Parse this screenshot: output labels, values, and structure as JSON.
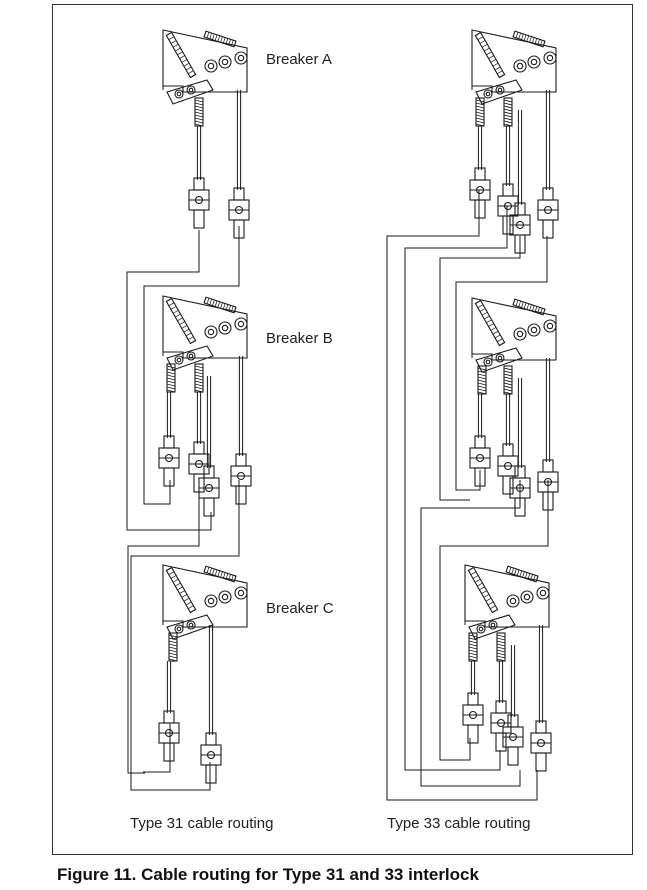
{
  "breaker_labels": {
    "a": "Breaker A",
    "b": "Breaker B",
    "c": "Breaker C"
  },
  "captions": {
    "type31": "Type 31 cable routing",
    "type33": "Type 33 cable routing"
  },
  "figure_caption": "Figure 11. Cable routing for Type 31 and 33 interlock"
}
